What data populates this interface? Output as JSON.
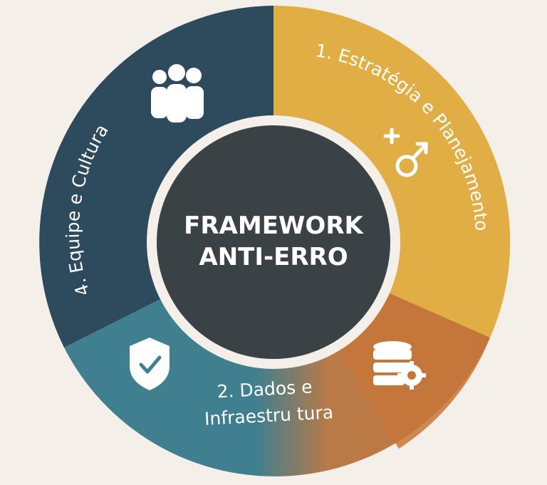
{
  "center": {
    "line1": "FRAMEWORK",
    "line2": "ANTI-ERRO"
  },
  "segments": [
    {
      "label": "1. Estratégia e Planejamento",
      "color": "#e0ae45",
      "icon": "plus-male-symbol-icon"
    },
    {
      "label_line1": "2. Dados e",
      "label_line2": "Infraestru tura",
      "color_left": "#3f7f90",
      "color_right": "#c5763a",
      "icon_left": "shield-check-icon",
      "icon_right": "database-gear-icon"
    },
    {
      "label": "4. Equipe e Cultura",
      "color": "#2e4a5d",
      "icon": "team-people-icon"
    }
  ],
  "colors": {
    "background": "#f4efe8",
    "center": "#3a4245",
    "ring_gap": "#f4efe8",
    "icon": "#ffffff"
  }
}
